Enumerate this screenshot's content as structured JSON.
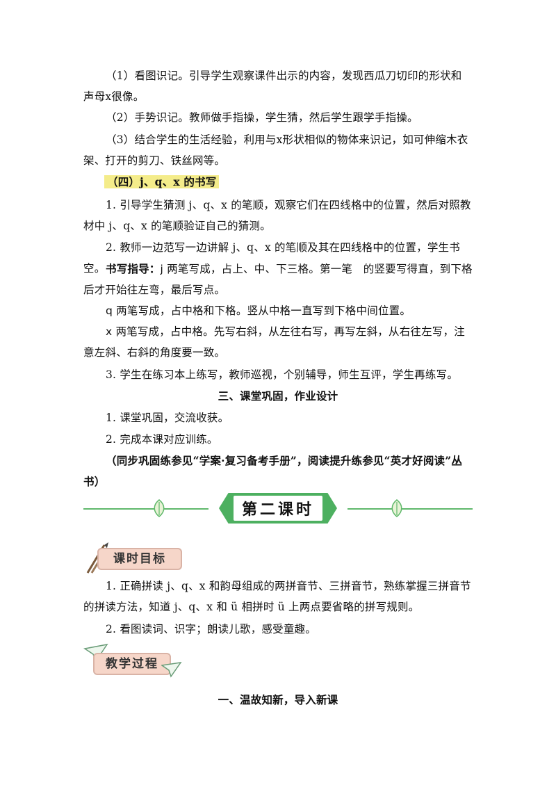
{
  "section_memory": {
    "item1": "（1）看图识记。引导学生观察课件出示的内容，发现西瓜刀切印的形状和声母x很像。",
    "item2": "（2）手势识记。教师做手指操，学生猜，然后学生跟学手指操。",
    "item3": "（3）结合学生的生活经验，利用与x形状相似的物体来识记，如可伸缩木衣架、打开的剪刀、铁丝网等。"
  },
  "writing": {
    "heading": "（四）j、q、x 的书写",
    "p1": "1. 引导学生猜测 j、q、x 的笔顺，观察它们在四线格中的位置，然后对照教材中 j、q、x 的笔顺验证自己的猜测。",
    "p2": "2. 教师一边范写一边讲解 j、q、x 的笔顺及其在四线格中的位置，学生书空。",
    "guide_label": "书写指导：",
    "guide_j": "j 两笔写成，占上、中、下三格。第一笔　的竖要写得直，到下格后才开始往左弯，最后写点。",
    "guide_q": "q 两笔写成，占中格和下格。竖从中格一直写到下格中间位置。",
    "guide_x": "x 两笔写成，占中格。先写右斜，从左往右写，再写左斜，从右往左写，注意左斜、右斜的角度要一致。",
    "p3": "3. 学生在练习本上练写，教师巡视，个别辅导，师生互评，学生再练写。"
  },
  "consolidation": {
    "heading": "三、课堂巩固，作业设计",
    "p1": "1. 课堂巩固，交流收获。",
    "p2": "2. 完成本课对应训练。",
    "note": "（同步巩固练参见“学案·复习备考手册”，阅读提升练参见“英才好阅读”丛书）"
  },
  "banner": {
    "title": "第二课时"
  },
  "goals": {
    "badge": "课时目标",
    "p1": "1. 正确拼读 j、q、x 和韵母组成的两拼音节、三拼音节，熟练掌握三拼音节的拼读方法，知道 j、q、x 和 ü 相拼时 ü 上两点要省略的拼写规则。",
    "p2": "2. 看图读词、识字；朗读儿歌，感受童趣。"
  },
  "process": {
    "badge": "教学过程",
    "heading": "一、温故知新，导入新课"
  },
  "colors": {
    "accent_green": "#4db060",
    "highlight": "#f4ec8a",
    "badge_pink": "#f6d6c9"
  }
}
